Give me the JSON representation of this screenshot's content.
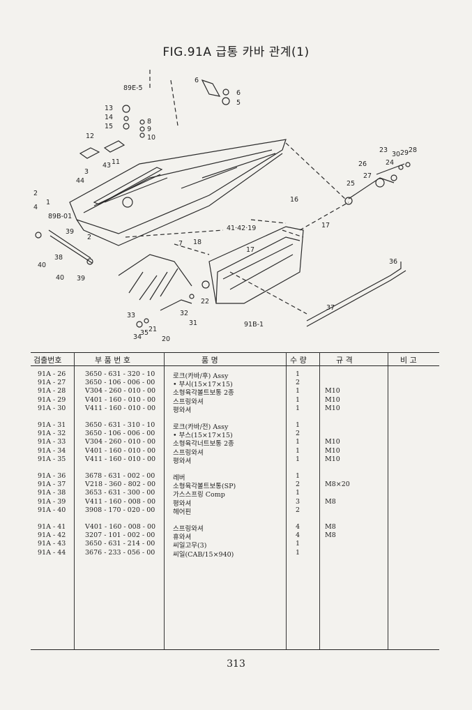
{
  "title": "FIG.91A 급통 카바 관계(1)",
  "diagram_labels": [
    "89E-5",
    "6",
    "6",
    "5",
    "13",
    "8",
    "14",
    "9",
    "15",
    "10",
    "12",
    "11",
    "43",
    "3",
    "44",
    "2",
    "1",
    "4",
    "89B-01",
    "39",
    "2",
    "40",
    "38",
    "40",
    "39",
    "7",
    "18",
    "41·42·19",
    "17",
    "16",
    "17",
    "23",
    "30",
    "29",
    "28",
    "24",
    "26",
    "27",
    "25",
    "36",
    "22",
    "32",
    "31",
    "33",
    "35",
    "21",
    "34",
    "20",
    "37",
    "91B-1"
  ],
  "table": {
    "headers": [
      "검출번호",
      "부 품 번 호",
      "품 명",
      "수 량",
      "규 격",
      "비 고"
    ],
    "groups": [
      [
        {
          "no": "91A - 26",
          "part": "3650 - 631 - 320 - 10",
          "name": "로크(카바/후) Assy",
          "qty": "1",
          "spec": ""
        },
        {
          "no": "91A - 27",
          "part": "3650 - 106 - 006 - 00",
          "name": "• 부시(15×17×15)",
          "qty": "2",
          "spec": ""
        },
        {
          "no": "91A - 28",
          "part": "V304 - 260 - 010 - 00",
          "name": "소형육각볼트보통 2종",
          "qty": "1",
          "spec": "M10"
        },
        {
          "no": "91A - 29",
          "part": "V401 - 160 - 010 - 00",
          "name": "스프링와셔",
          "qty": "1",
          "spec": "M10"
        },
        {
          "no": "91A - 30",
          "part": "V411 - 160 - 010 - 00",
          "name": "평와셔",
          "qty": "1",
          "spec": "M10"
        }
      ],
      [
        {
          "no": "91A - 31",
          "part": "3650 - 631 - 310 - 10",
          "name": "로크(카바/전) Assy",
          "qty": "1",
          "spec": ""
        },
        {
          "no": "91A - 32",
          "part": "3650 - 106 - 006 - 00",
          "name": "• 부스(15×17×15)",
          "qty": "2",
          "spec": ""
        },
        {
          "no": "91A - 33",
          "part": "V304 - 260 - 010 - 00",
          "name": "소형육각너트보통 2종",
          "qty": "1",
          "spec": "M10"
        },
        {
          "no": "91A - 34",
          "part": "V401 - 160 - 010 - 00",
          "name": "스프링와셔",
          "qty": "1",
          "spec": "M10"
        },
        {
          "no": "91A - 35",
          "part": "V411 - 160 - 010 - 00",
          "name": "평와셔",
          "qty": "1",
          "spec": "M10"
        }
      ],
      [
        {
          "no": "91A - 36",
          "part": "3678 - 631 - 002 - 00",
          "name": "레버",
          "qty": "1",
          "spec": ""
        },
        {
          "no": "91A - 37",
          "part": "V218 - 360 - 802 - 00",
          "name": "소형육각볼트보통(SP)",
          "qty": "2",
          "spec": "M8×20"
        },
        {
          "no": "91A - 38",
          "part": "3653 - 631 - 300 - 00",
          "name": "가스스프링 Comp",
          "qty": "1",
          "spec": ""
        },
        {
          "no": "91A - 39",
          "part": "V411 - 160 - 008 - 00",
          "name": "평와셔",
          "qty": "3",
          "spec": "M8"
        },
        {
          "no": "91A - 40",
          "part": "3908 - 170 - 020 - 00",
          "name": "헤어핀",
          "qty": "2",
          "spec": ""
        }
      ],
      [
        {
          "no": "91A - 41",
          "part": "V401 - 160 - 008 - 00",
          "name": "스프링와셔",
          "qty": "4",
          "spec": "M8"
        },
        {
          "no": "91A - 42",
          "part": "3207 - 101 - 002 - 00",
          "name": "휴와셔",
          "qty": "4",
          "spec": "M8"
        },
        {
          "no": "91A - 43",
          "part": "3650 - 631 - 214 - 00",
          "name": "씨일고무(3)",
          "qty": "1",
          "spec": ""
        },
        {
          "no": "91A - 44",
          "part": "3676 - 233 - 056 - 00",
          "name": "씨일(CAB/15×940)",
          "qty": "1",
          "spec": ""
        }
      ]
    ]
  },
  "page_number": "313"
}
